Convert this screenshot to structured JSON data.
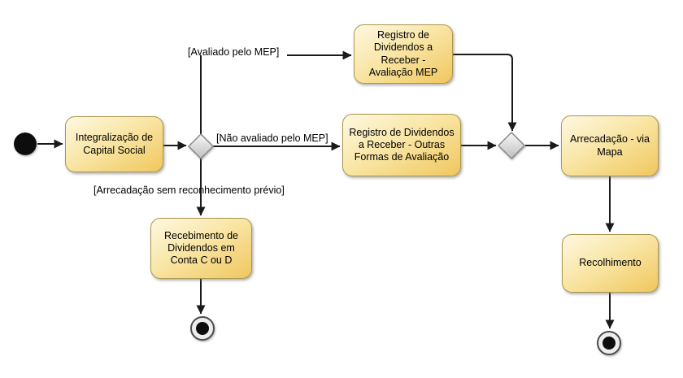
{
  "diagram": {
    "type": "uml-activity-diagram",
    "colors": {
      "activity_fill_light": "#FDF8E1",
      "activity_fill_dark": "#F0C75E",
      "activity_border": "#AB974D",
      "decision_fill_light": "#F8F8F8",
      "decision_fill_dark": "#BFBFBF",
      "decision_border": "#8A8A8A",
      "edge": "#1A1A1A",
      "final_node_ring": "#EDEDED",
      "node_black": "#111111"
    },
    "activities": [
      {
        "id": "integralizacao-capital-social",
        "label": "Integralização de Capital Social"
      },
      {
        "id": "registro-dividendos-avaliacao-mep",
        "label": "Registro de Dividendos a Receber - Avaliação MEP"
      },
      {
        "id": "registro-dividendos-outras-formas",
        "label": "Registro de Dividendos a Receber - Outras Formas de Avaliação"
      },
      {
        "id": "arrecadacao-via-mapa",
        "label": "Arrecadação - via Mapa"
      },
      {
        "id": "recebimento-dividendos-conta",
        "label": "Recebimento de Dividendos em Conta C ou D"
      },
      {
        "id": "recolhimento",
        "label": "Recolhimento"
      }
    ],
    "guards": [
      {
        "id": "avaliado-pelo-mep",
        "label": "[Avaliado pelo MEP]"
      },
      {
        "id": "nao-avaliado-pelo-mep",
        "label": "[Não avaliado pelo MEP]"
      },
      {
        "id": "arrecadacao-sem-reconhecimento-previo",
        "label": "[Arrecadação sem reconhecimento prévio]"
      }
    ],
    "symbols": [
      {
        "id": "initial-node",
        "meaning": "start"
      },
      {
        "id": "decision-node-1",
        "meaning": "decision"
      },
      {
        "id": "merge-node-2",
        "meaning": "merge"
      },
      {
        "id": "final-node-1",
        "meaning": "activity final"
      },
      {
        "id": "final-node-2",
        "meaning": "activity final"
      }
    ]
  }
}
